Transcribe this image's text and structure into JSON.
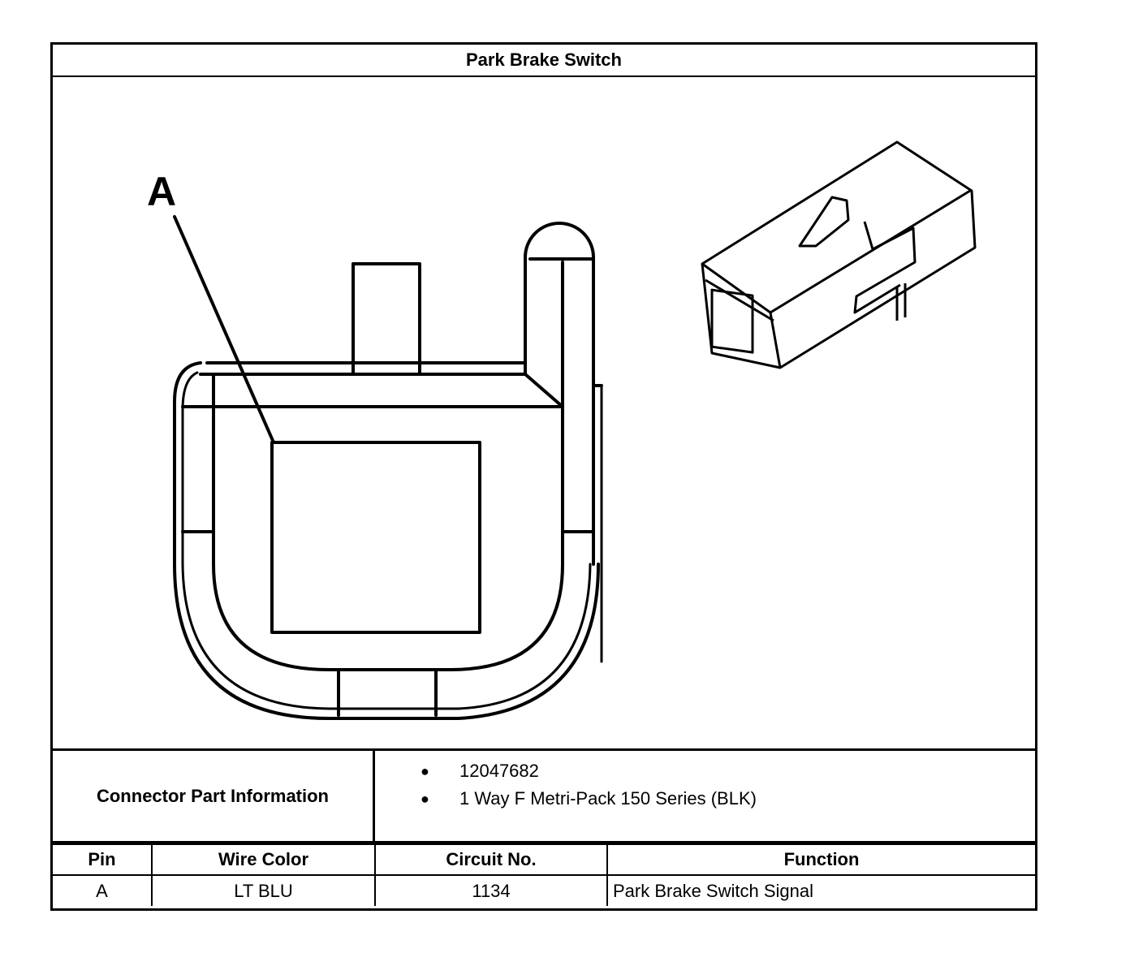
{
  "title": "Park Brake Switch",
  "diagram": {
    "callout_label": "A"
  },
  "connector_info": {
    "label": "Connector Part Information",
    "items": [
      "12047682",
      "1 Way F Metri-Pack 150 Series (BLK)"
    ]
  },
  "pin_table": {
    "headers": {
      "pin": "Pin",
      "wire_color": "Wire Color",
      "circuit": "Circuit No.",
      "function": "Function"
    },
    "rows": [
      {
        "pin": "A",
        "wire_color": "LT BLU",
        "circuit": "1134",
        "function": "Park Brake Switch Signal"
      }
    ]
  }
}
